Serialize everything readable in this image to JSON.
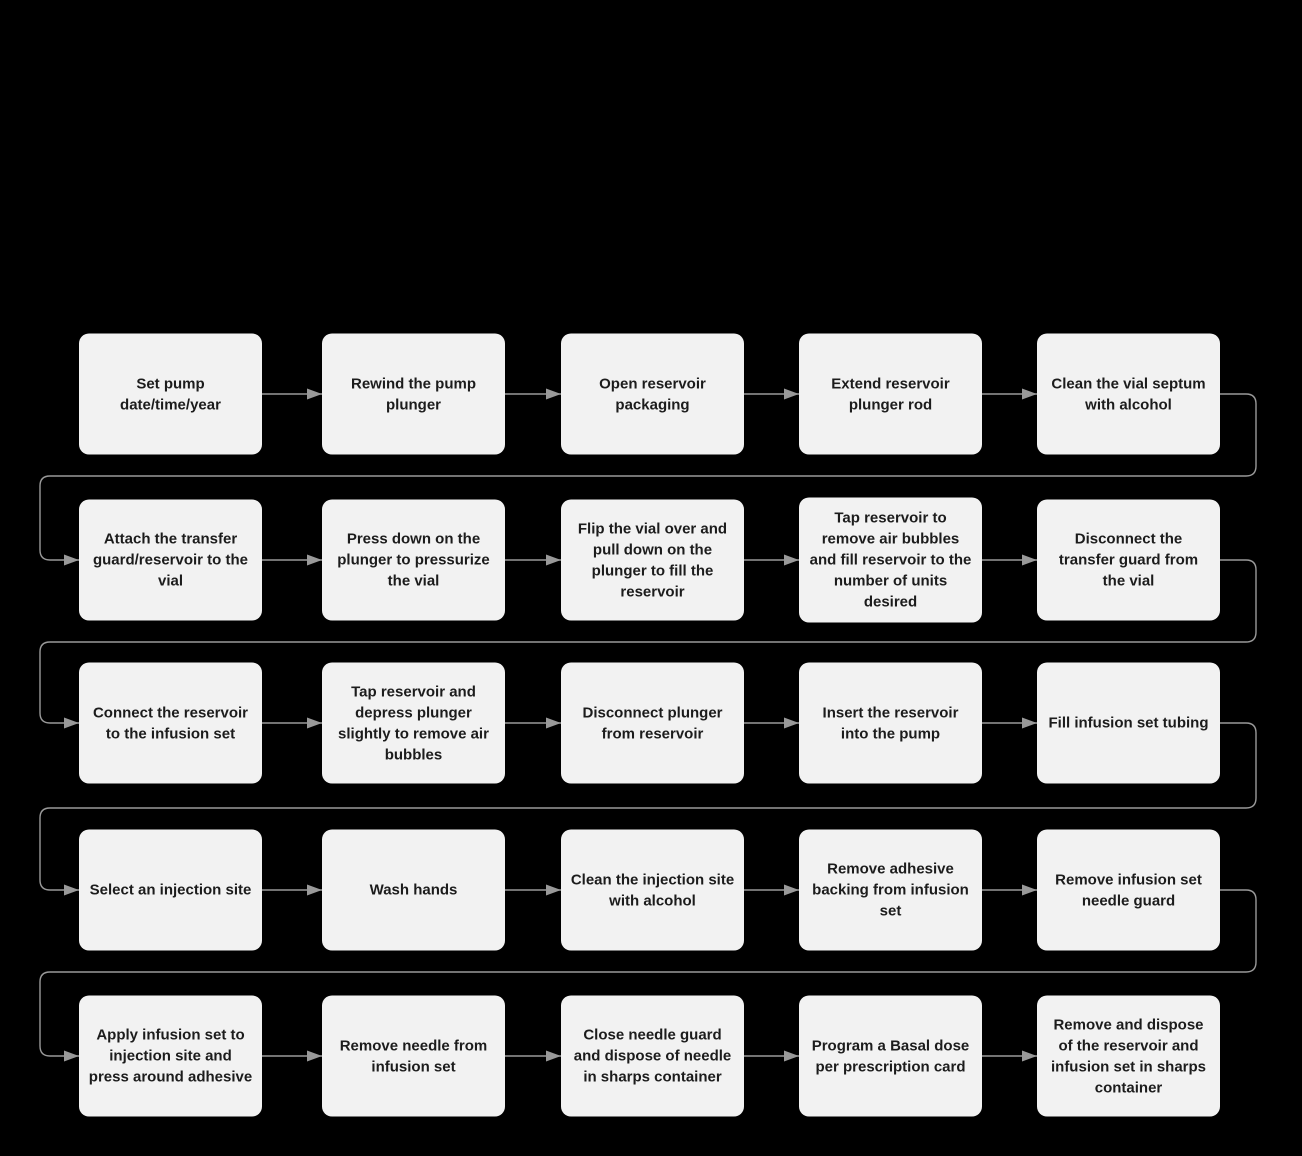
{
  "style": {
    "background": "#000000",
    "box_fill": "#f2f2f2",
    "box_text_color": "#1c1c1c",
    "connector_color": "#999999"
  },
  "flowchart": {
    "description": "Insulin pump reservoir and infusion set setup flowchart, 5 rows of 5 steps read left to right, wrapping to the next row",
    "rows": [
      [
        "Set pump date/time/year",
        "Rewind the pump plunger",
        "Open reservoir packaging",
        "Extend reservoir plunger rod",
        "Clean the vial septum with alcohol"
      ],
      [
        "Attach the transfer guard/reservoir to the vial",
        "Press down on the plunger to pressurize the vial",
        "Flip the vial over and pull down on the plunger to fill the reservoir",
        "Tap reservoir to remove air bubbles and fill reservoir to the number of units desired",
        "Disconnect the transfer guard from the vial"
      ],
      [
        "Connect the reservoir to the infusion set",
        "Tap reservoir and depress plunger slightly to remove air bubbles",
        "Disconnect plunger from reservoir",
        "Insert the reservoir into the pump",
        "Fill infusion set tubing"
      ],
      [
        "Select an injection site",
        "Wash hands",
        "Clean the injection site with alcohol",
        "Remove adhesive backing from infusion set",
        "Remove infusion set needle guard"
      ],
      [
        "Apply infusion set to injection site and press around adhesive",
        "Remove needle from infusion set",
        "Close needle guard and dispose of needle in sharps container",
        "Program a Basal dose per prescription card",
        "Remove and dispose of the reservoir and infusion set in sharps container"
      ]
    ]
  }
}
